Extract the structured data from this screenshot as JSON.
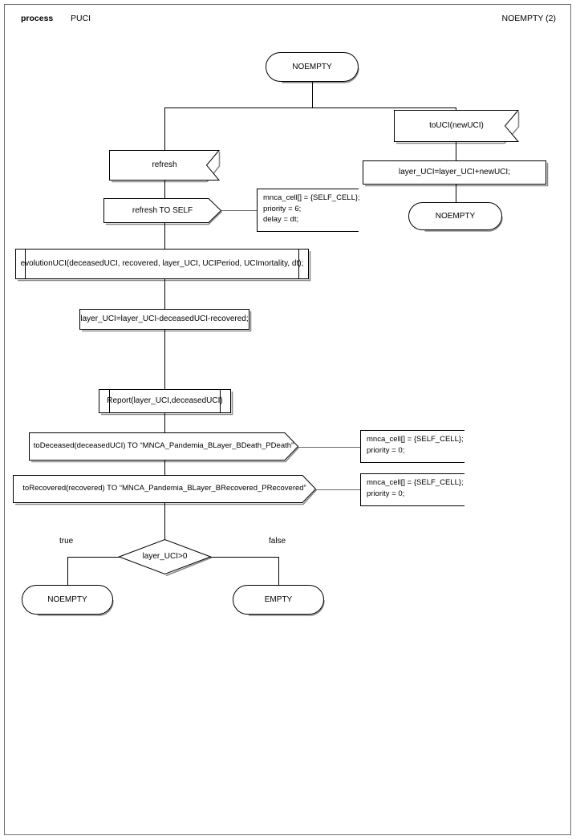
{
  "header": {
    "kind": "process",
    "process_name": "PUCI",
    "page_ref": "NOEMPTY (2)"
  },
  "diagram": {
    "type": "sdl-process-flowchart",
    "start_state": {
      "label": "NOEMPTY"
    },
    "branches": {
      "left": {
        "input": {
          "label": "refresh"
        },
        "output": {
          "label": "refresh TO SELF"
        },
        "output_comment": "mnca_cell[] = {SELF_CELL};\npriority = 6;\ndelay = dt;",
        "procedure_call_1": {
          "label": "evolutionUCI(deceasedUCI, recovered, layer_UCI, UCIPeriod, UCImortality, dt);"
        },
        "task_1": {
          "label": "layer_UCI=layer_UCI-deceasedUCI-recovered;"
        },
        "procedure_call_2": {
          "label": "Report(layer_UCI,deceasedUCI)"
        },
        "output_2": {
          "label": "toDeceased(deceasedUCI) TO “MNCA_Pandemia_BLayer_BDeath_PDeath”"
        },
        "output_2_comment": "mnca_cell[] = {SELF_CELL};\npriority = 0;",
        "output_3": {
          "label": "toRecovered(recovered) TO “MNCA_Pandemia_BLayer_BRecovered_PRecovered”"
        },
        "output_3_comment": "mnca_cell[] = {SELF_CELL};\npriority = 0;",
        "decision": {
          "label": "layer_UCI>0"
        },
        "decision_true_label": "true",
        "decision_false_label": "false",
        "state_true": {
          "label": "NOEMPTY"
        },
        "state_false": {
          "label": "EMPTY"
        }
      },
      "right": {
        "input": {
          "label": "toUCI(newUCI)"
        },
        "task": {
          "label": "layer_UCI=layer_UCI+newUCI;"
        },
        "state": {
          "label": "NOEMPTY"
        }
      }
    },
    "colors": {
      "stroke": "#000000",
      "shadow": "#8a8a8a",
      "background": "#ffffff",
      "frame": "#6e6e6e"
    }
  }
}
